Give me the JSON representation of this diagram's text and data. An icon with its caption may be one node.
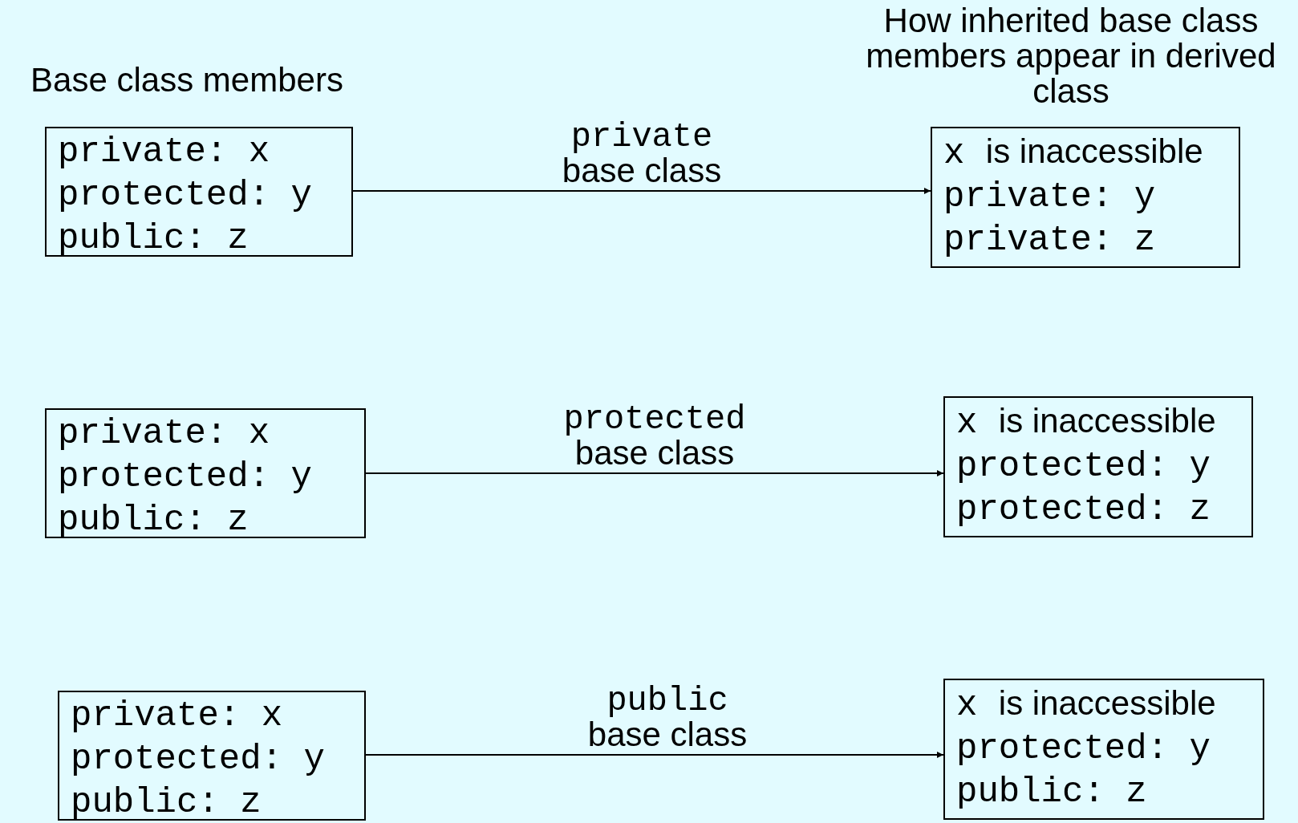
{
  "diagram": {
    "nodes": [
      {
        "text": [
          "private: x",
          "protected: y",
          "public: z"
        ]
      },
      {
        "text": [
          "x is inaccessible",
          "private: y",
          "private: z"
        ]
      },
      {
        "text": [
          "private: x",
          "protected: y",
          "public: z"
        ]
      },
      {
        "text": [
          "x is inaccessible",
          "protected: y",
          "protected: z"
        ]
      },
      {
        "text": [
          "private: x",
          "protected: y",
          "public: z"
        ]
      },
      {
        "text": [
          "x is inaccessible",
          "protected: y",
          "public: z"
        ]
      }
    ],
    "edges": [
      {
        "from": 0,
        "to": 1,
        "arrow": "to",
        "label": "private base class"
      },
      {
        "from": 2,
        "to": 3,
        "arrow": "to",
        "label": "protected base class"
      },
      {
        "from": 4,
        "to": 5,
        "arrow": "to",
        "label": "public base class"
      }
    ],
    "labels": [
      "Base class members",
      "How inherited base class members appear in derived class"
    ]
  }
}
